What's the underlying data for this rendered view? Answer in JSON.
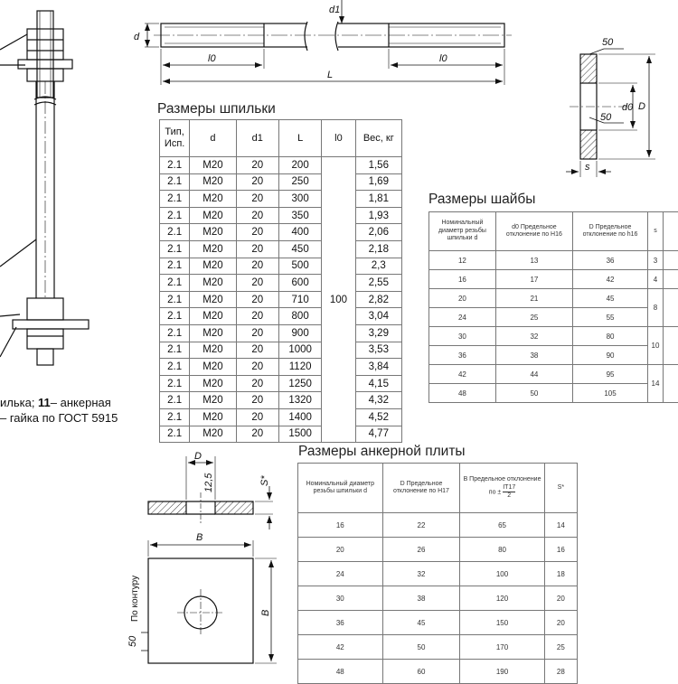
{
  "caption": {
    "line1_pre": "илька; ",
    "line1_bold": "11",
    "line1_post": "– анкерная",
    "line2": "– гайка по ГОСТ 5915"
  },
  "drawing_labels": {
    "d": "d",
    "d1": "d1",
    "l0_left": "l0",
    "l0_right": "l0",
    "L": "L",
    "w50": "50",
    "d0": "d0",
    "D": "D",
    "s": "s",
    "plate_D": "D",
    "plate_12_5": "12,5",
    "plate_S": "S*",
    "plate_B_top": "B",
    "plate_B_side": "B",
    "po_konturu": "По контуру",
    "plate_50": "50"
  },
  "stud_table": {
    "title": "Размеры шпильки",
    "headers": [
      "Тип, Исп.",
      "d",
      "d1",
      "L",
      "l0",
      "Вес, кг"
    ],
    "l0_value": "100",
    "rows": [
      [
        "2.1",
        "M20",
        "20",
        "200",
        "1,56"
      ],
      [
        "2.1",
        "M20",
        "20",
        "250",
        "1,69"
      ],
      [
        "2.1",
        "M20",
        "20",
        "300",
        "1,81"
      ],
      [
        "2.1",
        "M20",
        "20",
        "350",
        "1,93"
      ],
      [
        "2.1",
        "M20",
        "20",
        "400",
        "2,06"
      ],
      [
        "2.1",
        "M20",
        "20",
        "450",
        "2,18"
      ],
      [
        "2.1",
        "M20",
        "20",
        "500",
        "2,3"
      ],
      [
        "2.1",
        "M20",
        "20",
        "600",
        "2,55"
      ],
      [
        "2.1",
        "M20",
        "20",
        "710",
        "2,82"
      ],
      [
        "2.1",
        "M20",
        "20",
        "800",
        "3,04"
      ],
      [
        "2.1",
        "M20",
        "20",
        "900",
        "3,29"
      ],
      [
        "2.1",
        "M20",
        "20",
        "1000",
        "3,53"
      ],
      [
        "2.1",
        "M20",
        "20",
        "1120",
        "3,84"
      ],
      [
        "2.1",
        "M20",
        "20",
        "1250",
        "4,15"
      ],
      [
        "2.1",
        "M20",
        "20",
        "1320",
        "4,32"
      ],
      [
        "2.1",
        "M20",
        "20",
        "1400",
        "4,52"
      ],
      [
        "2.1",
        "M20",
        "20",
        "1500",
        "4,77"
      ]
    ]
  },
  "washer_table": {
    "title": "Размеры шайбы",
    "headers": [
      "Номинальный диаметр резьбы шпильки d",
      "d0 Предельное отклонение по H16",
      "D Предельное отклонение по h16",
      "s"
    ],
    "rows": [
      [
        "12",
        "13",
        "36"
      ],
      [
        "16",
        "17",
        "42"
      ],
      [
        "20",
        "21",
        "45"
      ],
      [
        "24",
        "25",
        "55"
      ],
      [
        "30",
        "32",
        "80"
      ],
      [
        "36",
        "38",
        "90"
      ],
      [
        "42",
        "44",
        "95"
      ],
      [
        "48",
        "50",
        "105"
      ]
    ],
    "s_groups": [
      "3",
      "4",
      "8",
      "10",
      "14"
    ]
  },
  "plate_table": {
    "title": "Размеры анкерной плиты",
    "headers": [
      "Номинальный диаметр резьбы шпильки d",
      "D Предельное отклонение по H17",
      "B Предельное отклонение по ±",
      "IT17",
      "2",
      "S*"
    ],
    "rows": [
      [
        "16",
        "22",
        "65",
        "14"
      ],
      [
        "20",
        "26",
        "80",
        "16"
      ],
      [
        "24",
        "32",
        "100",
        "18"
      ],
      [
        "30",
        "38",
        "120",
        "20"
      ],
      [
        "36",
        "45",
        "150",
        "20"
      ],
      [
        "42",
        "50",
        "170",
        "25"
      ],
      [
        "48",
        "60",
        "190",
        "28"
      ]
    ]
  }
}
